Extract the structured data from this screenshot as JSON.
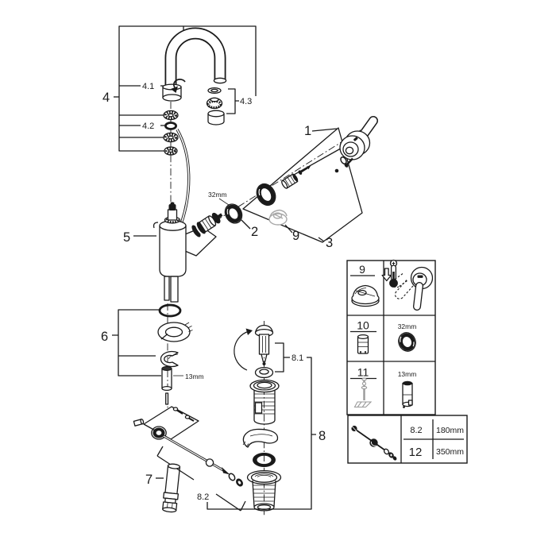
{
  "colors": {
    "line": "#1a1a1a",
    "gray_part": "#a8a8a8",
    "panel_gray": "#999999",
    "background": "#ffffff"
  },
  "labels": {
    "p1": "1",
    "p2": "2",
    "p3": "3",
    "p4": "4",
    "p4_1": "4.1",
    "p4_2": "4.2",
    "p4_3": "4.3",
    "p5": "5",
    "p6": "6",
    "p7": "7",
    "p8": "8",
    "p8_1": "8.1",
    "p8_2": "8.2",
    "p9": "9",
    "dim_32mm": "32mm",
    "dim_13mm": "13mm"
  },
  "panel": {
    "cells": [
      {
        "num": "9"
      },
      {
        "num": "10",
        "tool": "32mm"
      },
      {
        "num": "11",
        "tool": "13mm"
      }
    ],
    "size_table": {
      "rows": [
        {
          "ref": "8.2",
          "length": "180mm"
        },
        {
          "ref": "12",
          "length": "350mm"
        }
      ]
    }
  }
}
